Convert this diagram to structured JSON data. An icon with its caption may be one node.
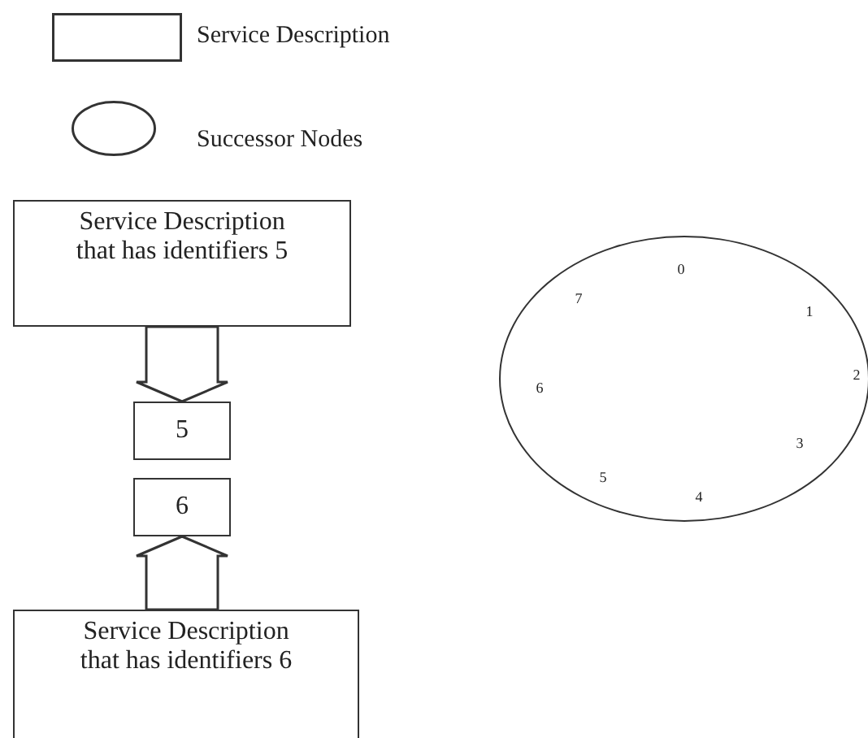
{
  "diagram": {
    "nodes": [
      {
        "text": [
          "Service Description that has identifiers 5"
        ]
      },
      {
        "text": [
          "5"
        ]
      },
      {
        "text": [
          "6"
        ]
      },
      {
        "text": [
          "Service Description that has identifiers 6"
        ]
      },
      {
        "text": [
          "0",
          "1",
          "2",
          "3",
          "4",
          "5",
          "6",
          "7"
        ]
      }
    ],
    "edges": [
      {
        "from": 0,
        "to": 1,
        "arrow": "to"
      },
      {
        "from": 3,
        "to": 2,
        "arrow": "to"
      }
    ],
    "legend": [
      {
        "text": "Service Description"
      },
      {
        "text": "Successor Nodes"
      }
    ]
  }
}
